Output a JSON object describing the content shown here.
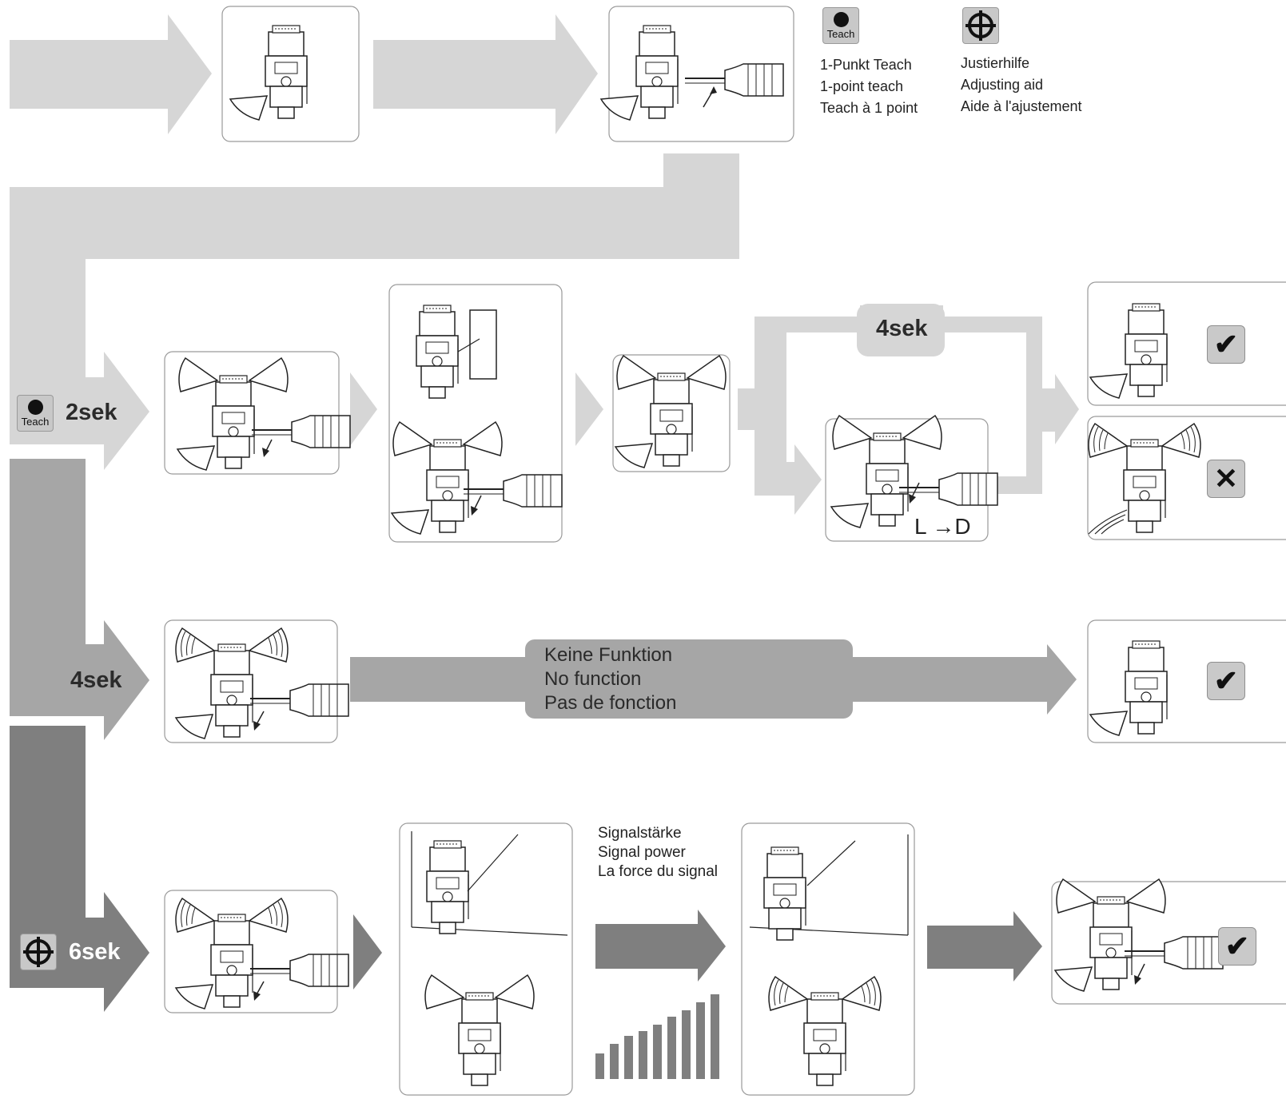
{
  "legend": {
    "teach": {
      "button_label": "Teach",
      "lines": [
        "1-Punkt Teach",
        "1-point teach",
        "Teach à 1 point"
      ]
    },
    "adjust": {
      "lines": [
        "Justierhilfe",
        "Adjusting aid",
        "Aide à l'ajustement"
      ]
    }
  },
  "durations": {
    "two": "2sek",
    "four": "4sek",
    "four_loop": "4sek",
    "six": "6sek"
  },
  "no_function": [
    "Keine Funktion",
    "No function",
    "Pas de fonction"
  ],
  "signal": [
    "Signalstärke",
    "Signal power",
    "La force du signal"
  ],
  "teach_button_label": "Teach",
  "light_dark": "L →D",
  "results": {
    "ok": "✔",
    "fail": "✕"
  },
  "colors": {
    "light_band": "#d6d6d6",
    "mid_band": "#a6a6a6",
    "dark_band": "#7f7f7f",
    "panel_border": "#9a9a9a"
  }
}
